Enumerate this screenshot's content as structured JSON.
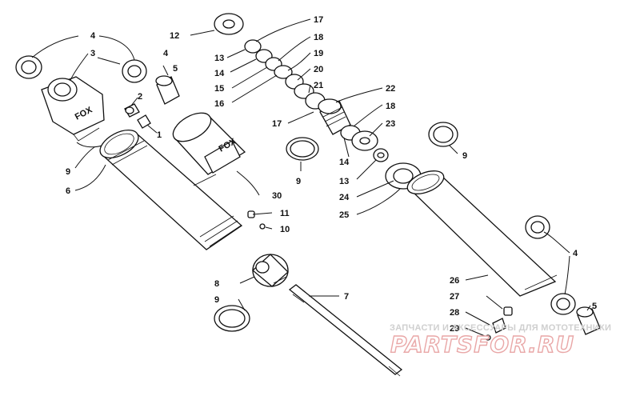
{
  "callouts": {
    "c1": "1",
    "c2": "2",
    "c3": "3",
    "c4a": "4",
    "c4b": "4",
    "c4c": "4",
    "c5a": "5",
    "c5b": "5",
    "c6": "6",
    "c7": "7",
    "c8": "8",
    "c9a": "9",
    "c9b": "9",
    "c9c": "9",
    "c9d": "9",
    "c10": "10",
    "c11": "11",
    "c12": "12",
    "c13a": "13",
    "c13b": "13",
    "c14a": "14",
    "c14b": "14",
    "c15": "15",
    "c16": "16",
    "c17a": "17",
    "c17b": "17",
    "c18a": "18",
    "c18b": "18",
    "c19": "19",
    "c20": "20",
    "c21": "21",
    "c22": "22",
    "c23": "23",
    "c24": "24",
    "c25": "25",
    "c26": "26",
    "c27": "27",
    "c28": "28",
    "c29": "29",
    "c30": "30"
  },
  "part_stamp": "FOX",
  "watermark": {
    "caption": "ЗАПЧАСТИ И АКСЕССУАРЫ ДЛЯ МОТОТЕХНИКИ",
    "logo": "PARTSFOR.RU",
    "logo_color": "#e9a7a7"
  }
}
